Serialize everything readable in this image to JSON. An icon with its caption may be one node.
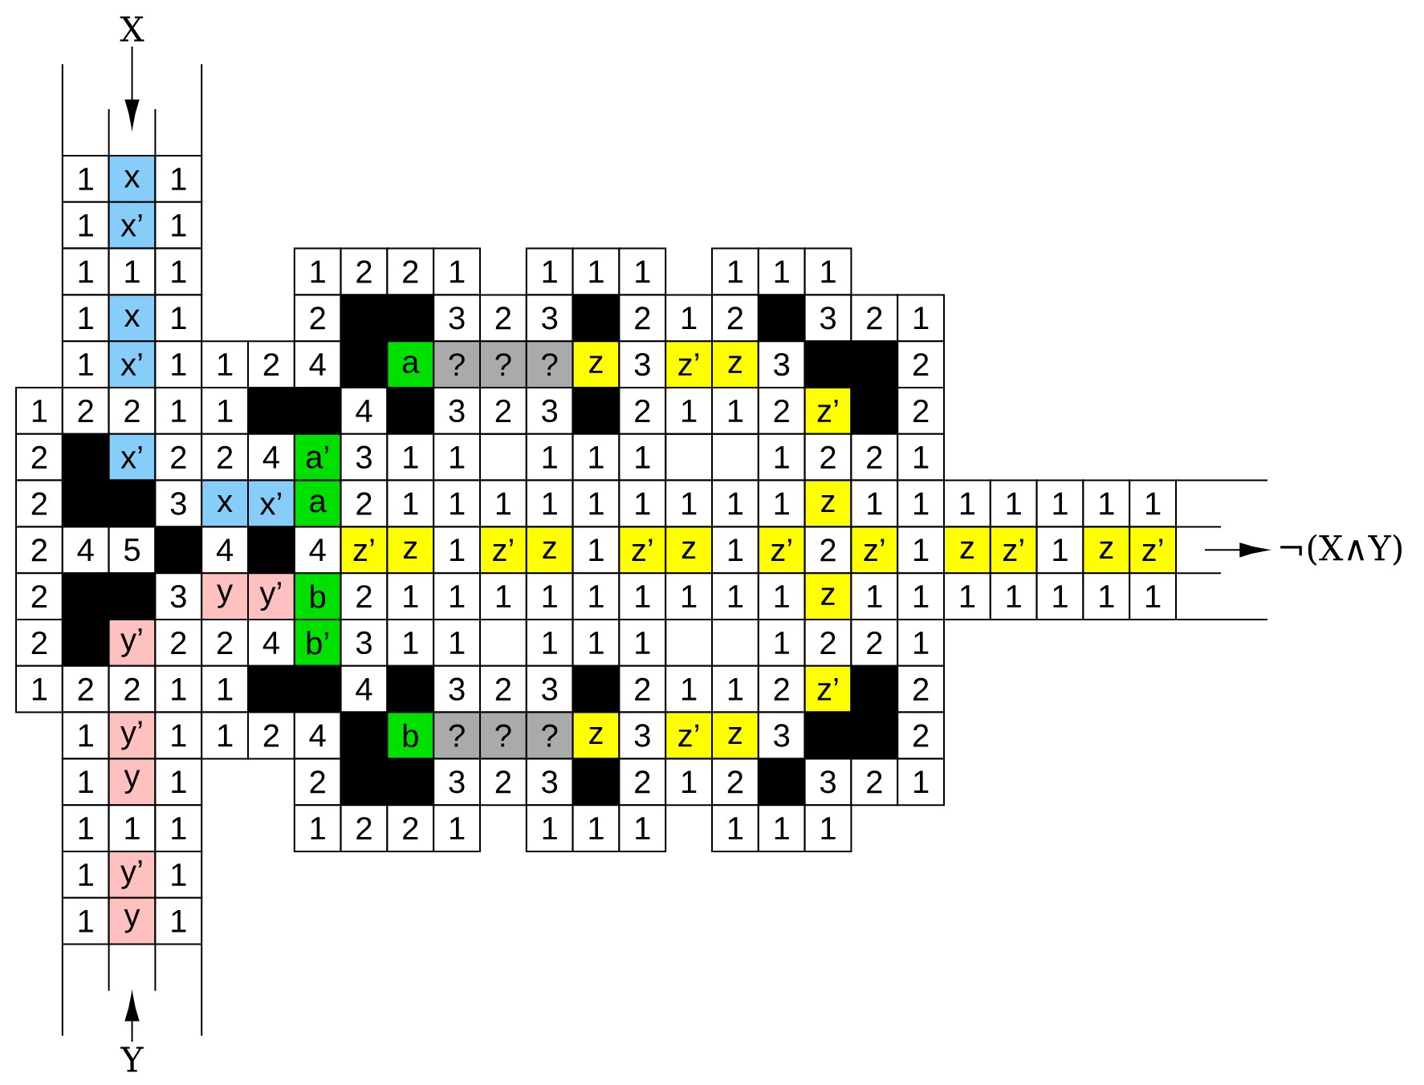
{
  "diagram": {
    "nodes": [
      {
        "text": [
          "X"
        ]
      },
      {
        "text": [
          "Y"
        ]
      },
      {
        "text": [
          "¬(X∧Y)"
        ]
      }
    ],
    "edges": [
      {
        "from": 0,
        "to": null,
        "arrow": "to"
      },
      {
        "from": 1,
        "to": null,
        "arrow": "to"
      },
      {
        "from": null,
        "to": 2,
        "arrow": "to"
      }
    ],
    "labels": [
      "1",
      "x",
      "1",
      "1",
      "x’",
      "1",
      "1",
      "1",
      "1",
      "1",
      "2",
      "2",
      "1",
      "1",
      "1",
      "1",
      "1",
      "1",
      "1",
      "1",
      "x",
      "1",
      "2",
      "3",
      "2",
      "3",
      "2",
      "1",
      "2",
      "3",
      "2",
      "1",
      "1",
      "x’",
      "1",
      "1",
      "2",
      "4",
      "a",
      "?",
      "?",
      "?",
      "z",
      "3",
      "z’",
      "z",
      "3",
      "2",
      "1",
      "2",
      "2",
      "1",
      "1",
      "4",
      "3",
      "2",
      "3",
      "2",
      "1",
      "1",
      "2",
      "z’",
      "2",
      "2",
      "x’",
      "2",
      "2",
      "4",
      "a’",
      "3",
      "1",
      "1",
      "1",
      "1",
      "1",
      "1",
      "2",
      "2",
      "1",
      "2",
      "3",
      "x",
      "x’",
      "a",
      "2",
      "1",
      "1",
      "1",
      "1",
      "1",
      "1",
      "1",
      "1",
      "1",
      "z",
      "1",
      "1",
      "1",
      "1",
      "1",
      "1",
      "1",
      "2",
      "4",
      "5",
      "4",
      "4",
      "z’",
      "z",
      "1",
      "z’",
      "z",
      "1",
      "z’",
      "z",
      "1",
      "z’",
      "2",
      "z’",
      "1",
      "z",
      "z’",
      "1",
      "z",
      "z’",
      "2",
      "3",
      "y",
      "y’",
      "b",
      "2",
      "1",
      "1",
      "1",
      "1",
      "1",
      "1",
      "1",
      "1",
      "1",
      "z",
      "1",
      "1",
      "1",
      "1",
      "1",
      "1",
      "1",
      "2",
      "y’",
      "2",
      "2",
      "4",
      "b’",
      "3",
      "1",
      "1",
      "1",
      "1",
      "1",
      "1",
      "2",
      "2",
      "1",
      "1",
      "2",
      "2",
      "1",
      "1",
      "4",
      "3",
      "2",
      "3",
      "2",
      "1",
      "1",
      "2",
      "z’",
      "2",
      "1",
      "y’",
      "1",
      "1",
      "2",
      "4",
      "b",
      "?",
      "?",
      "?",
      "z",
      "3",
      "z’",
      "z",
      "3",
      "2",
      "1",
      "y",
      "1",
      "2",
      "3",
      "2",
      "3",
      "2",
      "1",
      "2",
      "3",
      "2",
      "1",
      "1",
      "1",
      "1",
      "1",
      "2",
      "2",
      "1",
      "1",
      "1",
      "1",
      "1",
      "1",
      "1",
      "1",
      "y’",
      "1",
      "1",
      "y",
      "1"
    ]
  }
}
